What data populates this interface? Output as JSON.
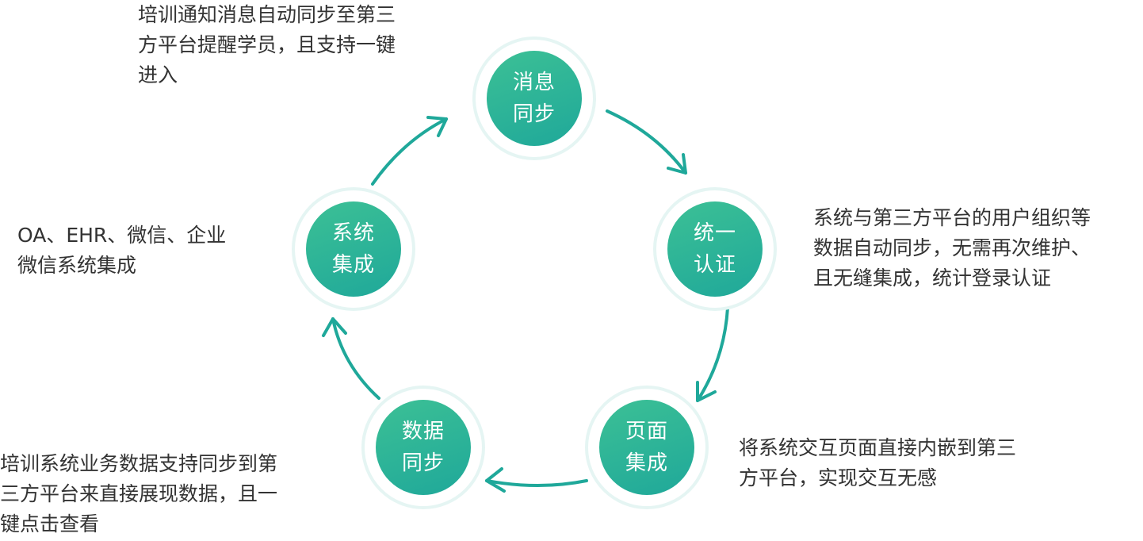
{
  "colors": {
    "arrow": "#1fa89a",
    "node_fill": "#2db597",
    "node_ring": "#e5f5f3",
    "text": "#333333"
  },
  "nodes": [
    {
      "id": "message-sync",
      "lines": [
        "消息",
        "同步"
      ]
    },
    {
      "id": "unified-auth",
      "lines": [
        "统一",
        "认证"
      ]
    },
    {
      "id": "page-integration",
      "lines": [
        "页面",
        "集成"
      ]
    },
    {
      "id": "data-sync",
      "lines": [
        "数据",
        "同步"
      ]
    },
    {
      "id": "system-integration",
      "lines": [
        "系统",
        "集成"
      ]
    }
  ],
  "descriptions": {
    "message_sync": [
      "培训通知消息自动同步至第三",
      "方平台提醒学员，且支持一键",
      "进入"
    ],
    "unified_auth": [
      "系统与第三方平台的用户组织等",
      "数据自动同步，无需再次维护、",
      "且无缝集成，统计登录认证"
    ],
    "page_integration": [
      "将系统交互页面直接内嵌到第三",
      "方平台，实现交互无感"
    ],
    "data_sync": [
      "培训系统业务数据支持同步到第",
      "三方平台来直接展现数据，且一",
      "键点击查看"
    ],
    "system_integration": [
      "OA、EHR、微信、企业",
      "微信系统集成"
    ]
  }
}
